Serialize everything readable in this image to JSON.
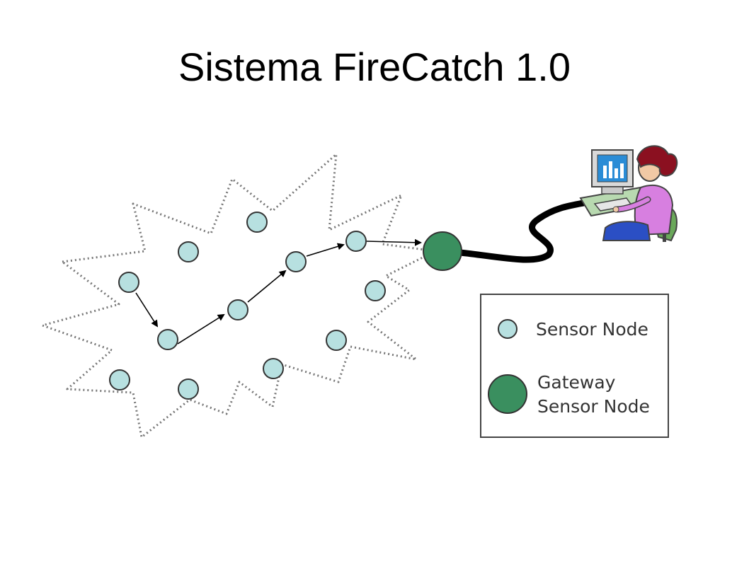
{
  "title": "Sistema FireCatch 1.0",
  "legend": {
    "sensor_label": "Sensor Node",
    "gateway_label_line1": "Gateway",
    "gateway_label_line2": "Sensor Node"
  },
  "colors": {
    "sensor_fill": "#b7e0e0",
    "gateway_fill": "#3a8f5f",
    "outline": "#333333",
    "cable": "#000000",
    "region_border": "#777777"
  },
  "icons": {
    "operator": "computer-operator-icon"
  }
}
